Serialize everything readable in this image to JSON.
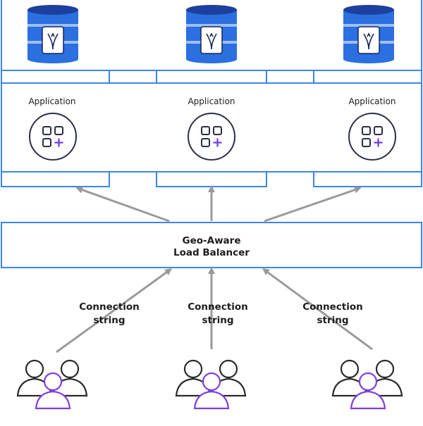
{
  "colors": {
    "region_border": "#3a86e8",
    "arrow": "#9a9a9a",
    "db_top": "#1d3f9e",
    "db_side": "#2b6fe0",
    "db_badge": "#ffffff",
    "app_icon_stroke": "#2a2e45",
    "app_plus": "#6a3ee8",
    "user_front": "#7b3fe4",
    "user_back": "#2a2a2a"
  },
  "regions": [
    {
      "application_label": "Application",
      "database_icon": "cockroach-db-icon",
      "app_icon": "apps-add-icon"
    },
    {
      "application_label": "Application",
      "database_icon": "cockroach-db-icon",
      "app_icon": "apps-add-icon"
    },
    {
      "application_label": "Application",
      "database_icon": "cockroach-db-icon",
      "app_icon": "apps-add-icon"
    }
  ],
  "load_balancer": {
    "line1": "Geo-Aware",
    "line2": "Load Balancer"
  },
  "clients": [
    {
      "line1": "Connection",
      "line2": "string",
      "icon": "user-group-icon"
    },
    {
      "line1": "Connection",
      "line2": "string",
      "icon": "user-group-icon"
    },
    {
      "line1": "Connection",
      "line2": "string",
      "icon": "user-group-icon"
    }
  ]
}
